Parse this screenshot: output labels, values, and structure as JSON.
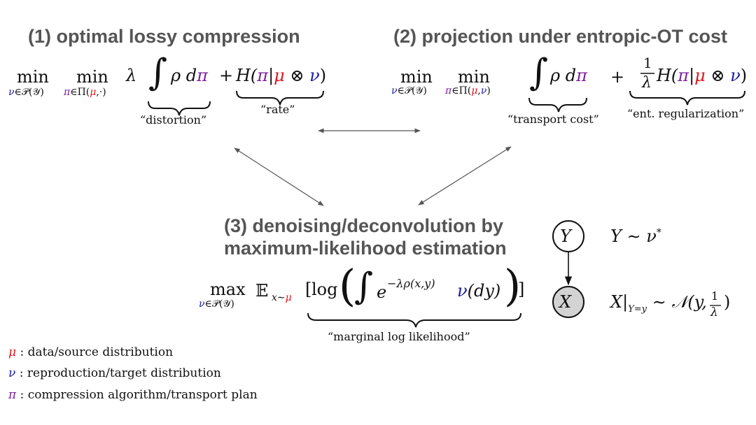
{
  "section1": {
    "heading": "(1) optimal lossy compression",
    "min1": "min",
    "min1_sub_nu": "ν",
    "min1_sub_rest": "∈𝒫(𝒴)",
    "min2": "min",
    "min2_sub_pi": "π",
    "min2_sub_mid": "∈Π(",
    "min2_sub_mu": "μ",
    "min2_sub_end": ",·)",
    "lambda": "λ",
    "integral": "∫",
    "rho_d": "ρ d",
    "pi": "π",
    "plus": "+",
    "H_open": "H(",
    "H_pi": "π",
    "bar": "|",
    "H_mu": "μ",
    "otimes": " ⊗ ",
    "H_nu": "ν",
    "H_close": ")",
    "distortion": "“distortion”",
    "rate": "“rate”"
  },
  "section2": {
    "heading": "(2) projection under entropic-OT cost",
    "min1": "min",
    "min1_sub_nu": "ν",
    "min1_sub_rest": "∈𝒫(𝒴)",
    "min2": "min",
    "min2_sub_pi": "π",
    "min2_sub_mid": "∈Π(",
    "min2_sub_mu": "μ",
    "min2_sub_comma": ",",
    "min2_sub_nu": "ν",
    "min2_sub_end": ")",
    "integral": "∫",
    "rho_d": "ρ d",
    "pi": "π",
    "plus": "+",
    "frac_num": "1",
    "frac_den": "λ",
    "H_open": "H(",
    "H_pi": "π",
    "bar": "|",
    "H_mu": "μ",
    "otimes": " ⊗ ",
    "H_nu": "ν",
    "H_close": ")",
    "transport_cost": "“transport cost”",
    "ent_reg": "“ent. regularization”"
  },
  "section3": {
    "heading_line1": "(3) denoising/deconvolution by",
    "heading_line2": "maximum-likelihood estimation",
    "max": "max",
    "max_sub_nu": "ν",
    "max_sub_rest": "∈𝒫(𝒴)",
    "E": "𝔼",
    "E_sub_x": "x∼",
    "E_sub_mu": "μ",
    "bracket_open": "[",
    "log": "log",
    "paren_open": "(",
    "integral": "∫",
    "e": "e",
    "exponent": "−λρ(x,y)",
    "nu": "ν",
    "dy": "(dy)",
    "paren_close": ")",
    "bracket_close": "]",
    "marginal": "“marginal log likelihood”"
  },
  "graph": {
    "node_Y": "Y",
    "node_X": "X",
    "eq_Y": "Y ∼ ν",
    "eq_Y_sup": "*",
    "eq_X_pre": "X|",
    "eq_X_sub": "Y=y",
    "eq_X_mid": " ∼ 𝒩(y, ",
    "eq_X_num": "1",
    "eq_X_den": "λ",
    "eq_X_end": ")"
  },
  "legend": [
    {
      "symbol": "μ",
      "text": " : data/source distribution",
      "color": "#e0141e"
    },
    {
      "symbol": "ν",
      "text": " : reproduction/target distribution",
      "color": "#1a1aa6"
    },
    {
      "symbol": "π",
      "text": " : compression algorithm/transport plan",
      "color": "#7a1f9a"
    }
  ]
}
